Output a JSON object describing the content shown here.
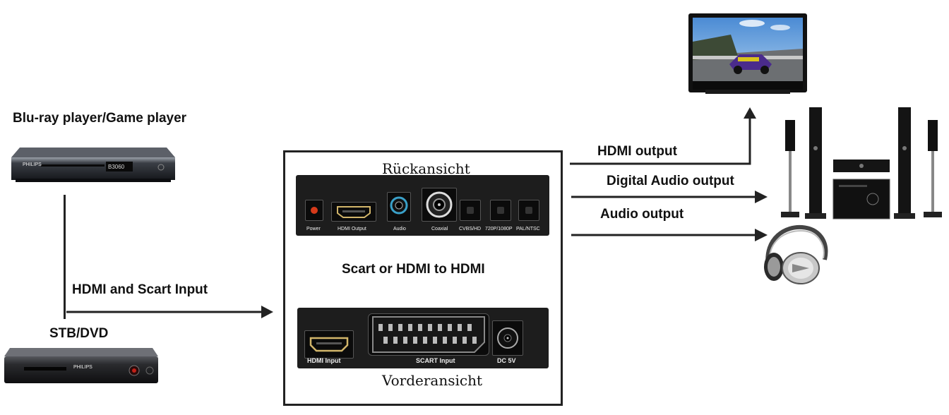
{
  "labels": {
    "bluray": "Blu-ray player/Game player",
    "stb": "STB/DVD",
    "input": "HDMI and Scart Input",
    "hdmi_out": "HDMI output",
    "digital_audio": "Digital Audio output",
    "audio_out": "Audio output",
    "center_title": "Scart or HDMI to HDMI",
    "rear_view": "Rückansicht",
    "front_view": "Vorderansicht"
  },
  "rear_ports": {
    "power": "Power",
    "hdmi_output": "HDMI Output",
    "audio": "Audio",
    "coaxial": "Coaxial",
    "cvbs_hd": "CVBS/HD",
    "res": "720P/1080P",
    "pal_ntsc": "PAL/NTSC"
  },
  "front_ports": {
    "hdmi_input": "HDMI Input",
    "scart_input": "SCART Input",
    "dc": "DC 5V"
  },
  "device_brand": {
    "bluray_brand": "PHILIPS",
    "bluray_display": "B3060",
    "stb_brand": "PHILIPS"
  },
  "colors": {
    "line": "#222222",
    "device_dark": "#1d1d1d",
    "power_led": "#d63a1a"
  }
}
